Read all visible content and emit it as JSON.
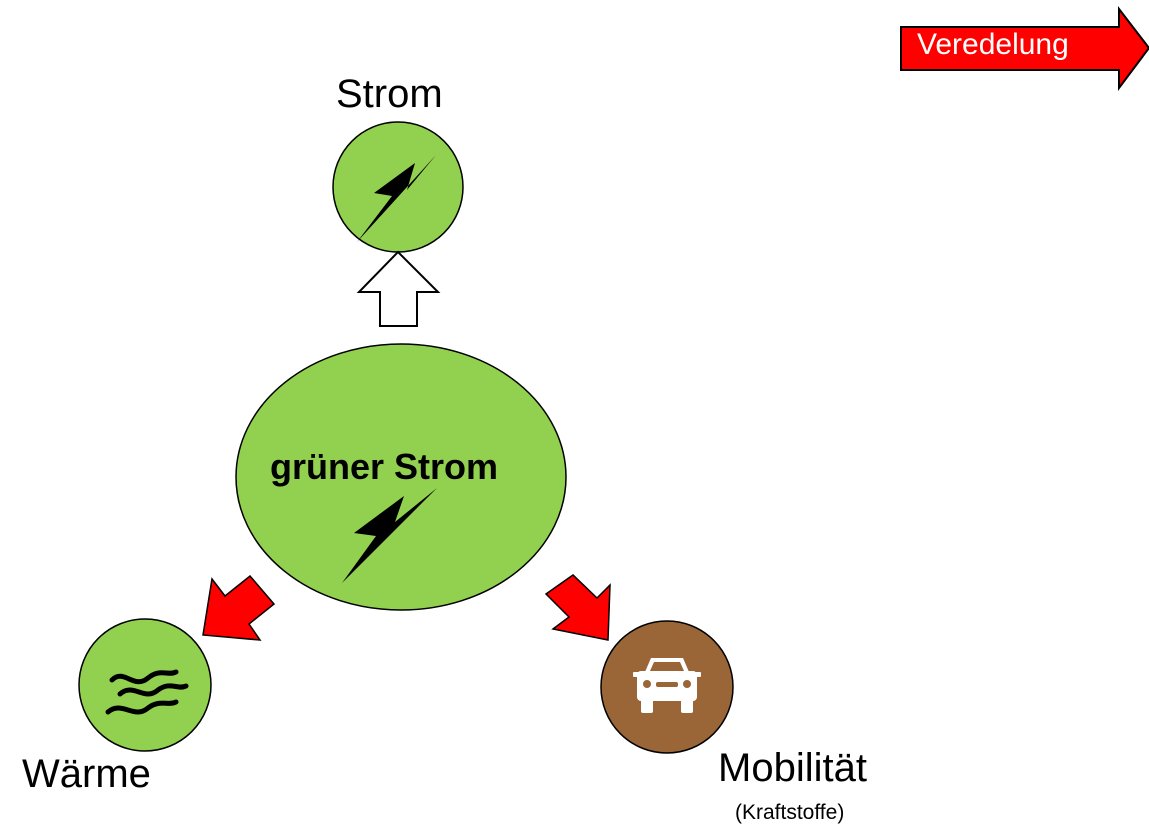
{
  "top_node": {
    "label": "Strom",
    "color": "#92d050",
    "icon": "lightning-icon"
  },
  "center_node": {
    "label": "grüner Strom",
    "color": "#92d050",
    "icon": "lightning-icon"
  },
  "left_node": {
    "label": "Wärme",
    "color": "#92d050",
    "icon": "heat-waves-icon"
  },
  "right_node": {
    "label": "Mobilität",
    "sublabel": "(Kraftstoffe)",
    "color": "#9a6638",
    "icon": "car-icon"
  },
  "badge": {
    "label": "Veredelung",
    "color": "#ff0000"
  },
  "arrows": {
    "center_to_top": "white-outline",
    "center_to_left": "red",
    "center_to_right": "red"
  },
  "colors": {
    "accent_red": "#ff0000",
    "node_green": "#92d050",
    "node_brown": "#9a6638"
  }
}
